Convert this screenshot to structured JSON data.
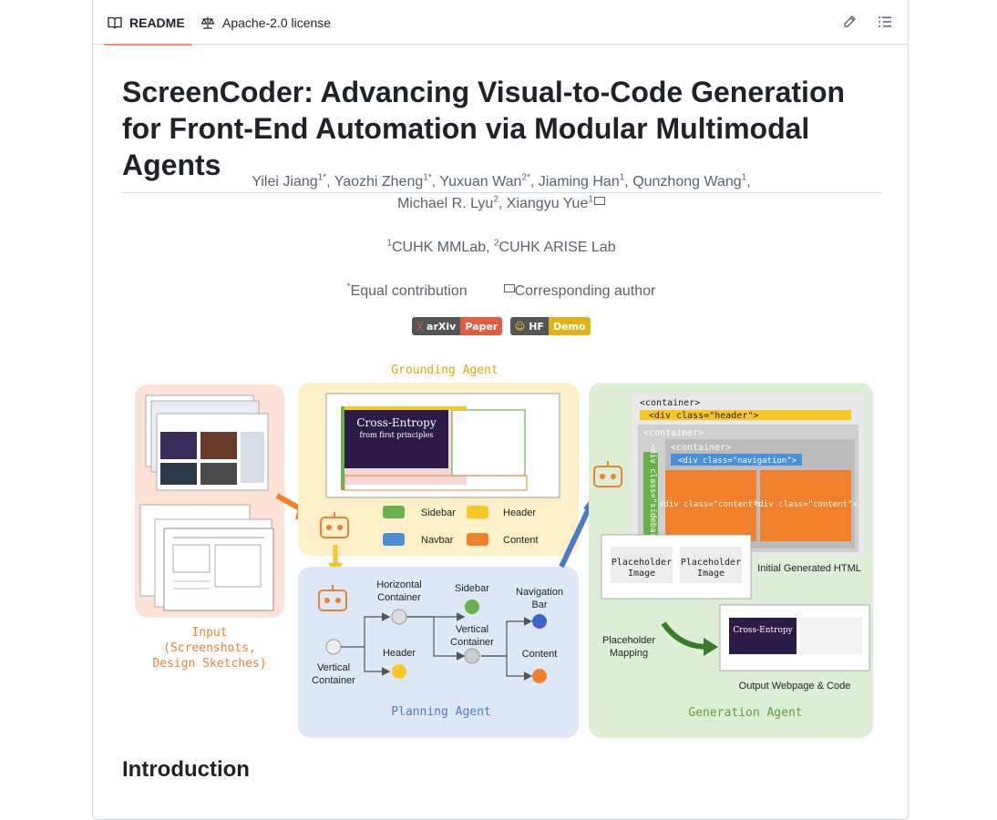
{
  "tabs": {
    "readme": "README",
    "license": "Apache-2.0 license"
  },
  "title": "ScreenCoder: Advancing Visual-to-Code Generation for Front-End Automation via Modular Multimodal Agents",
  "authors": {
    "line1": [
      {
        "name": "Yilei Jiang",
        "sup": "1*"
      },
      {
        "name": "Yaozhi Zheng",
        "sup": "1*"
      },
      {
        "name": "Yuxuan Wan",
        "sup": "2*"
      },
      {
        "name": "Jiaming Han",
        "sup": "1"
      },
      {
        "name": "Qunzhong Wang",
        "sup": "1"
      }
    ],
    "line2": [
      {
        "name": "Michael R. Lyu",
        "sup": "2"
      },
      {
        "name": "Xiangyu Yue",
        "sup": "1"
      }
    ]
  },
  "affiliations": {
    "a1_sup": "1",
    "a1": "CUHK MMLab",
    "a2_sup": "2",
    "a2": "CUHK ARISE Lab"
  },
  "notes": {
    "equal_sup": "*",
    "equal": "Equal contribution",
    "corresponding": "Corresponding author"
  },
  "badges": [
    {
      "left": "arXiv",
      "right": "Paper",
      "color": "#e05d44"
    },
    {
      "left": "HF",
      "right": "Demo",
      "color": "#dfb317"
    }
  ],
  "figure": {
    "grounding_agent": "Grounding Agent",
    "planning_agent": "Planning Agent",
    "generation_agent": "Generation Agent",
    "input_label": [
      "Input",
      "(Screenshots,",
      "Design Sketches)"
    ],
    "legend": [
      {
        "label": "Sidebar",
        "color": "#6ab04c"
      },
      {
        "label": "Header",
        "color": "#f9c623"
      },
      {
        "label": "Navbar",
        "color": "#4a90d9"
      },
      {
        "label": "Content",
        "color": "#f0802c"
      }
    ],
    "tree": {
      "vertical_container": [
        "Vertical",
        "Container"
      ],
      "horizontal_container": [
        "Horizontal",
        "Container"
      ],
      "header": "Header",
      "sidebar": "Sidebar",
      "vertical_container2": [
        "Vertical",
        "Container"
      ],
      "navigation_bar": [
        "Navigation",
        "Bar"
      ],
      "content": "Content"
    },
    "code": {
      "container": "<container>",
      "header_div": "<div class=\"header\">",
      "nav_div": "<div class=\"navigation\">",
      "sidebar_div": "<div class=\"sidebar\">",
      "content_div": "<div class=\"content\">"
    },
    "placeholder_image": [
      "Placeholder",
      "Image"
    ],
    "initial_html": "Initial Generated HTML",
    "placeholder_mapping": [
      "Placeholder",
      "Mapping"
    ],
    "output_label": "Output Webpage & Code",
    "preview_title": [
      "Cross-Entropy",
      "from first principles"
    ]
  },
  "intro_heading": "Introduction"
}
